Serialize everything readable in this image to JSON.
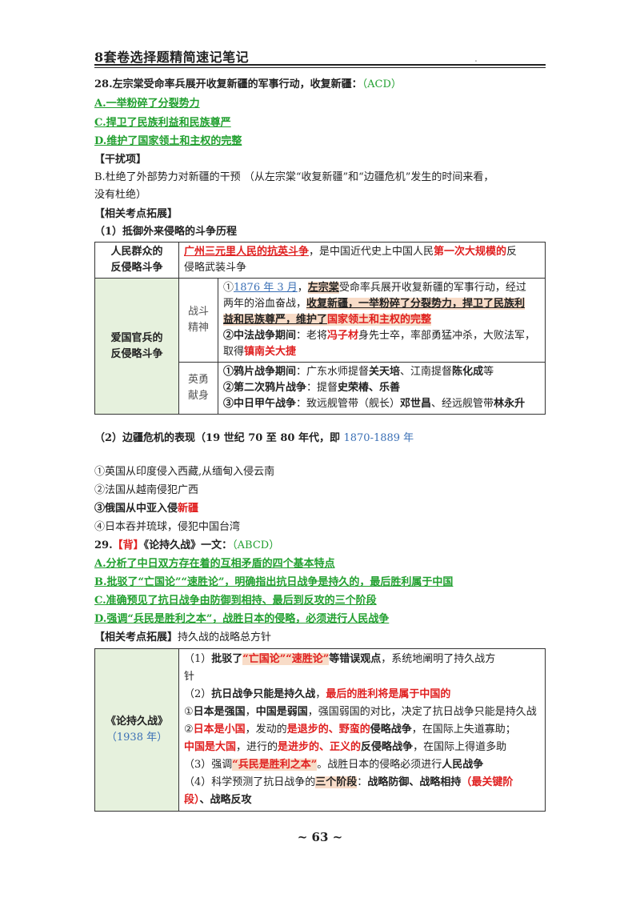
{
  "header": {
    "title": "8套卷选择题精简速记笔记",
    "dot": "."
  },
  "q28": {
    "question": "28.左宗棠受命率兵展开收复新疆的军事行动，收复新疆：",
    "answer": "（ACD）",
    "opt_a": "A.一举粉碎了分裂势力",
    "opt_c": "C.捍卫了民族利益和民族尊严",
    "opt_d": "D.维护了国家领土和主权的完整",
    "distractor_title": "【干扰项】",
    "distractor_line1": "B.杜绝了外部势力对新疆的干预 （从左宗棠“收复新疆”和“边疆危机”发生的时间来看，",
    "distractor_line2": "没有杜绝）",
    "ext_title": "【相关考点拓展】",
    "sub1": "（1）抵御外来侵略的斗争历程"
  },
  "table1": {
    "row1_label_1": "人民群众的",
    "row1_label_2": "反侵略斗争",
    "row1_red1": "广州三元里人民的抗英斗争",
    "row1_text1": "，是中国近代史上中国人民",
    "row1_red2": "第一次大规模的",
    "row1_text2": "反",
    "row1_text3": "侵略武装斗争",
    "row2_label_1": "爱国官兵的",
    "row2_label_2": "反侵略斗争",
    "spirit_1": "战斗",
    "spirit_2": "精神",
    "s1_num": "①",
    "s1_year": "1876 年 3 月",
    "s1_comma": "，",
    "s1_name": "左宗棠",
    "s1_text": "受命率兵展开收复新疆的军事行动，经过",
    "s1_l2_a": "两年的浴血奋战，",
    "s1_l2_b": "收复新疆，一举粉碎了分裂势力，捍卫了民族利",
    "s1_l3_a": "益和民族尊严，维护了",
    "s1_l3_b": "国家领土和主权的完整",
    "s2_l1_a": "②中法战争期间",
    "s2_l1_b": "：老将",
    "s2_l1_c": "冯子材",
    "s2_l1_d": "身先士卒，率部勇猛冲杀，大败法军，",
    "s2_l2_a": "取得",
    "s2_l2_b": "镇南关大捷",
    "brave_1": "英勇",
    "brave_2": "献身",
    "b1_a": "①鸦片战争期间",
    "b1_b": "：广东水师提督",
    "b1_c": "关天培",
    "b1_d": "、江南提督",
    "b1_e": "陈化成",
    "b1_f": "等",
    "b2_a": "②第二次鸦片战争",
    "b2_b": "：提督",
    "b2_c": "史荣椿、乐善",
    "b3_a": "③中日甲午战争",
    "b3_b": "：致远舰管带（舰长）",
    "b3_c": "邓世昌",
    "b3_d": "、经远舰管带",
    "b3_e": "林永升"
  },
  "sub2": {
    "text": "（2）边疆危机的表现（19 世纪 70 至 80 年代，即 ",
    "years": "1870-1889 年",
    "item1": "①英国从印度侵入西藏,从缅甸入侵云南",
    "item2": "②法国从越南侵犯广西",
    "item3_a": "③俄国从中亚入侵",
    "item3_b": "新疆",
    "item4": "④日本吞并琉球，侵犯中国台湾"
  },
  "q29": {
    "num": "29.",
    "tag": "【背】",
    "title": "《论持久战》一文：",
    "answer": "（ABCD）",
    "opt_a": "A.分析了中日双方存在着的互相矛盾的四个基本特点",
    "opt_b": "B.批驳了“亡国论”“速胜论”，明确指出抗日战争是持久的，最后胜利属于中国",
    "opt_c": "C.准确预见了抗日战争由防御到相持、最后到反攻的三个阶段",
    "opt_d": "D.强调“兵民是胜利之本”，战胜日本的侵略，必须进行人民战争",
    "ext_title": "【相关考点拓展】",
    "ext_sub": "持久战的战略总方针"
  },
  "table2": {
    "label": "《论持久战》",
    "year": "（1938 年）",
    "l1_a": "（1）",
    "l1_b": "批驳了",
    "l1_c": "“亡国论”“速胜论”",
    "l1_d": "等错误观点",
    "l1_e": "，系统地阐明了持久战方",
    "l1_f": "针",
    "l2_a": "（2）",
    "l2_b": "抗日战争只能是持久战",
    "l2_c": "，",
    "l2_d": "最后的胜利将是属于中国的",
    "l3_a": "①",
    "l3_b": "日本是强国",
    "l3_c": "，",
    "l3_d": "中国是弱国",
    "l3_e": "，强国弱国的对比，决定了抗日战争只能是持久战",
    "l4_a": "②",
    "l4_b": "日本是小国",
    "l4_c": "，发动的",
    "l4_d": "是退步的、野蛮的",
    "l4_e": "侵略战争",
    "l4_f": "，在国际上失道寡助；",
    "l5_a": "中国是大国",
    "l5_b": "，进行的",
    "l5_c": "是进步的、正义的",
    "l5_d": "反侵略战争",
    "l5_e": "，在国际上得道多助",
    "l6_a": "（3）强调",
    "l6_b": "“兵民是胜利之本”",
    "l6_c": "。战胜日本的侵略必须进行",
    "l6_d": "人民战争",
    "l7_a": "（4）科学预测了抗日战争的",
    "l7_b": "三个阶段",
    "l7_c": "：",
    "l7_d": "战略防御、战略相持",
    "l7_e": "（最关键阶",
    "l8_a": "段）",
    "l8_b": "、战略反攻"
  },
  "footer": {
    "page": "~ 63 ~"
  }
}
